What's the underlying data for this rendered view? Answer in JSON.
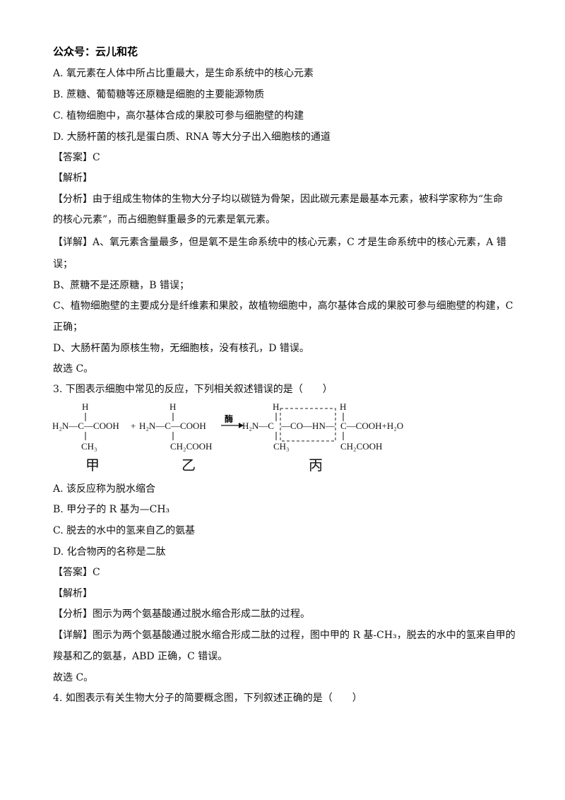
{
  "header": {
    "brand": "公众号：云儿和花"
  },
  "q2": {
    "options": [
      "A. 氧元素在人体中所占比重最大，是生命系统中的核心元素",
      "B. 蔗糖、葡萄糖等还原糖是细胞的主要能源物质",
      "C. 植物细胞中，高尔基体合成的果胶可参与细胞壁的构建",
      "D. 大肠杆菌的核孔是蛋白质、RNA 等大分子出入细胞核的通道"
    ],
    "answer": "【答案】C",
    "analysis_heading": "【解析】",
    "analysis_lines": [
      "【分析】由于组成生物体的生物大分子均以碳链为骨架，因此碳元素是最基本元素，被科学家称为“生命",
      "的核心元素”，而占细胞鲜重最多的元素是氧元素。",
      "【详解】A、氧元素含量最多，但是氧不是生命系统中的核心元素，C 才是生命系统中的核心元素，A 错",
      "误；",
      "B、蔗糖不是还原糖，B 错误；",
      "C、植物细胞壁的主要成分是纤维素和果胶，故植物细胞中，高尔基体合成的果胶可参与细胞壁的构建，C",
      "正确；",
      "D、大肠杆菌为原核生物，无细胞核，没有核孔，D 错误。",
      "故选 C。"
    ]
  },
  "q3": {
    "stem": "3. 下图表示细胞中常见的反应，下列相关叙述错误的是（　　）",
    "diagram": {
      "h_top_1": "H",
      "h_top_2": "H",
      "h_top_3": "H",
      "h_top_4": "H",
      "mol1_main": "H₂N—C—COOH",
      "plus": "+",
      "mol2_main": "H₂N—C—COOH",
      "enzyme": "酶",
      "product_left": "H₂N—C",
      "peptide": "—CO—HN—",
      "product_right": "C—COOH+H₂O",
      "r1": "CH₃",
      "r2": "CH₂COOH",
      "r3": "CH₃",
      "r4": "CH₂COOH",
      "label_jia": "甲",
      "label_yi": "乙",
      "label_bing": "丙"
    },
    "options": [
      "A. 该反应称为脱水缩合",
      "B. 甲分子的 R 基为—CH₃",
      "C. 脱去的水中的氢来自乙的氨基",
      "D. 化合物丙的名称是二肽"
    ],
    "answer": "【答案】C",
    "analysis_heading": "【解析】",
    "analysis_lines": [
      "【分析】图示为两个氨基酸通过脱水缩合形成二肽的过程。",
      "【详解】图示为两个氨基酸通过脱水缩合形成二肽的过程，图中甲的 R 基-CH₃，脱去的水中的氢来自甲的",
      "羧基和乙的氨基，ABD 正确，C 错误。",
      "故选 C。"
    ]
  },
  "q4": {
    "stem": "4. 如图表示有关生物大分子的简要概念图，下列叙述正确的是（　　）"
  }
}
